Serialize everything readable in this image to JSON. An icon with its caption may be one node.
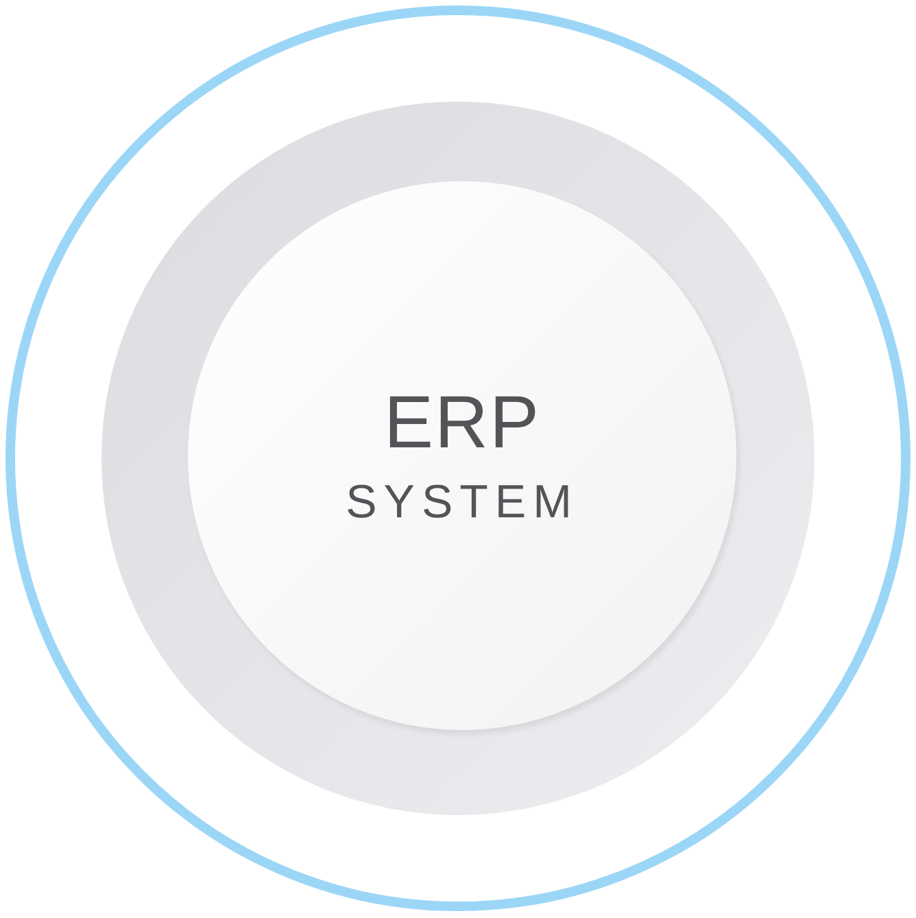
{
  "diagram": {
    "nodes": [
      {
        "text": [],
        "shape": "circle"
      },
      {
        "text": [],
        "shape": "circle",
        "in": 0
      },
      {
        "text": [
          "ERP",
          "SYSTEM"
        ],
        "in": 1
      }
    ]
  }
}
